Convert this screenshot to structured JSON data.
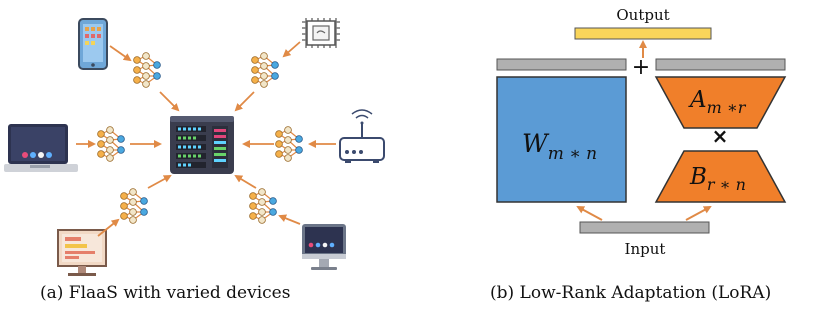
{
  "figure_a": {
    "caption": "(a) FlaaS with varied devices",
    "server": "server-rack",
    "devices": [
      "smartphone",
      "chip",
      "laptop",
      "router",
      "desktop-monitor",
      "imac"
    ]
  },
  "figure_b": {
    "caption": "(b) Low-Rank Adaptation (LoRA)",
    "output_label": "Output",
    "input_label": "Input",
    "plus_symbol": "+",
    "times_symbol": "×",
    "w_base": "W",
    "w_sub": "m ∗ n",
    "a_base": "A",
    "a_sub": "m ∗r",
    "b_base": "B",
    "b_sub": "r ∗ n"
  },
  "colors": {
    "arrow": "#e08a46",
    "w_block": "#5b9bd5",
    "lora_block": "#f07f2a",
    "output_bar": "#f9d55a",
    "bar": "#b0b0b0"
  }
}
